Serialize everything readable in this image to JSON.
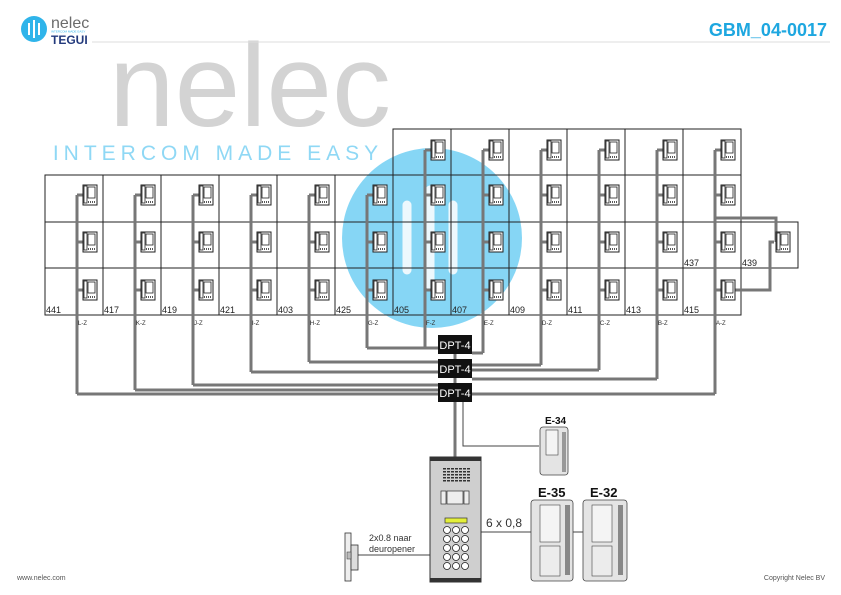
{
  "header": {
    "logo_text": "nelec",
    "logo_sub": "TEGUI",
    "logo_tagline": "INTERCOM MADE EASY",
    "doc_id": "GBM_04-0017"
  },
  "grid": {
    "apartment_numbers": [
      "441",
      "417",
      "419",
      "421",
      "403",
      "425",
      "405",
      "407",
      "409",
      "411",
      "413",
      "415"
    ],
    "extra_numbers": [
      "437",
      "439"
    ],
    "zones": [
      "L-Z",
      "K-Z",
      "J-Z",
      "I-Z",
      "H-Z",
      "G-Z",
      "F-Z",
      "E-Z",
      "D-Z",
      "C-Z",
      "B-Z",
      "A-Z"
    ]
  },
  "distributors": [
    "DPT-4",
    "DPT-4",
    "DPT-4"
  ],
  "devices": {
    "e34": "E-34",
    "e35": "E-35",
    "e32": "E-32",
    "cable_label": "6 x 0,8",
    "door_cable_line1": "2x0.8 naar",
    "door_cable_line2": "deuropener"
  },
  "watermark": {
    "word": "nelec",
    "tagline": "INTERCOM MADE EASY"
  },
  "footer": {
    "left": "www.nelec.com",
    "right": "Copyright Nelec BV"
  },
  "colors": {
    "brand_blue": "#1ea7e0",
    "navy": "#233a7c",
    "wire": "#777777"
  }
}
